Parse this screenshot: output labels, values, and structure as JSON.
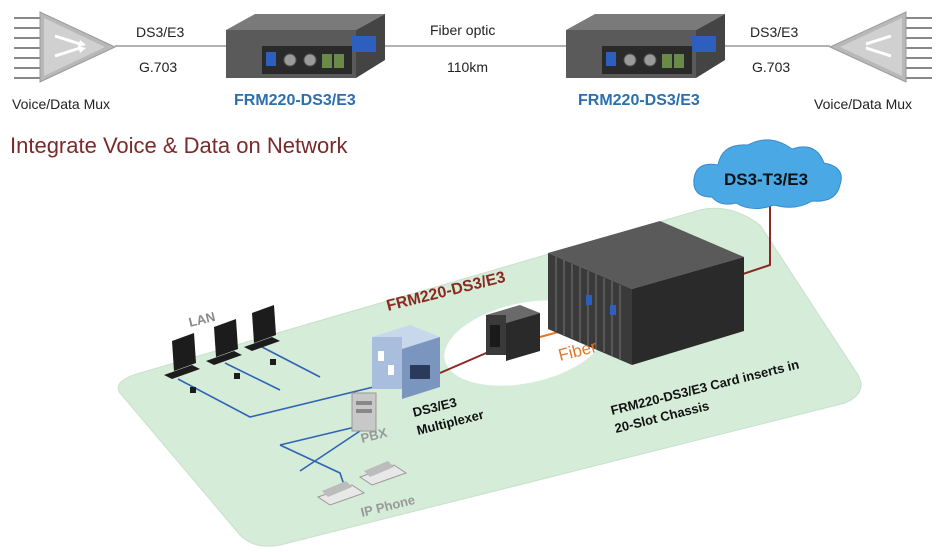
{
  "top_row": {
    "left_mux_label": "Voice/Data Mux",
    "right_mux_label": "Voice/Data Mux",
    "left_interface": "DS3/E3",
    "left_standard": "G.703",
    "right_interface": "DS3/E3",
    "right_standard": "G.703",
    "link_medium": "Fiber optic",
    "link_distance": "110km",
    "left_device_model": "FRM220-DS3/E3",
    "right_device_model": "FRM220-DS3/E3"
  },
  "section_title": "Integrate Voice & Data on Network",
  "network": {
    "cloud_label": "DS3-T3/E3",
    "device_label": "FRM220-DS3/E3",
    "fiber_label": "Fiber",
    "lan_label": "LAN",
    "pbx_label": "PBX",
    "ip_phone_label": "IP Phone",
    "multiplexer_label_line1": "DS3/E3",
    "multiplexer_label_line2": "Multiplexer",
    "chassis_label_line1": "FRM220-DS3/E3 Card inserts in",
    "chassis_label_line2": "20-Slot Chassis"
  },
  "colors": {
    "model_blue": "#2a6fae",
    "title_maroon": "#7a2a2a",
    "platform_green": "#d4ecd8",
    "lan_blue": "#2f64b4",
    "link_maroon": "#8a2a22",
    "fiber_orange": "#e07a2a",
    "cloud_blue": "#4aa8e4"
  }
}
